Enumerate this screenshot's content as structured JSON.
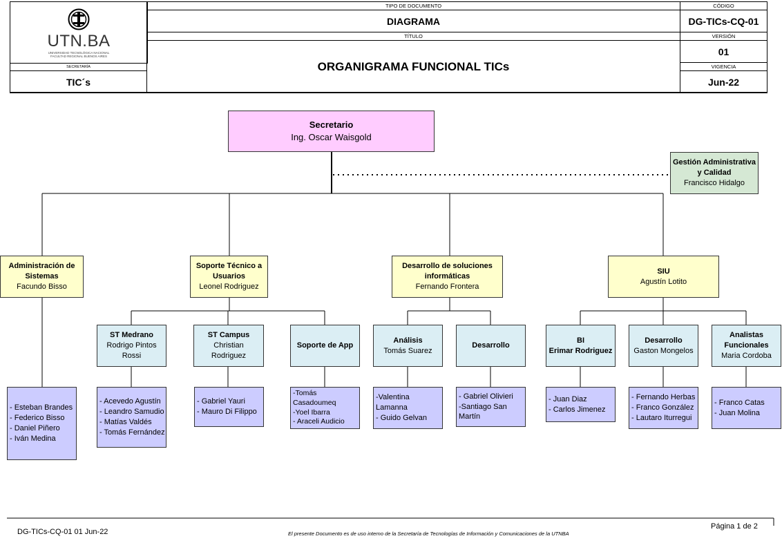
{
  "header": {
    "logo_text": "UTN.BA",
    "logo_sub1": "UNIVERSIDAD TECNOLÓGICA NACIONAL",
    "logo_sub2": "FACULTAD REGIONAL BUENOS AIRES",
    "tipo_label": "TIPO DE DOCUMENTO",
    "tipo_value": "DIAGRAMA",
    "codigo_label": "CÓDIGO",
    "codigo_value": "DG-TICs-CQ-01",
    "titulo_label": "TÍTULO",
    "titulo_value": "ORGANIGRAMA FUNCIONAL TICs",
    "version_label": "VERSIÓN",
    "version_value": "01",
    "secretaria_label": "SECRETARÍA",
    "secretaria_value": "TIC´s",
    "vigencia_label": "VIGENCIA",
    "vigencia_value": "Jun-22"
  },
  "org": {
    "secretario": {
      "title": "Secretario",
      "name": "Ing. Oscar Waisgold"
    },
    "gestion": {
      "title": "Gestión Administrativa y Calidad",
      "name": "Francisco Hidalgo"
    },
    "admin": {
      "title": "Administración de Sistemas",
      "name": "Facundo Bisso",
      "members": [
        "- Esteban Brandes",
        "- Federico Bisso",
        "- Daniel Piñero",
        "- Iván Medina"
      ]
    },
    "soporte": {
      "title": "Soporte Técnico a Usuarios",
      "name": "Leonel Rodriguez"
    },
    "desarrollo_sol": {
      "title": "Desarrollo de soluciones informáticas",
      "name": "Fernando Frontera"
    },
    "siu": {
      "title": "SIU",
      "name": "Agustín Lotito"
    },
    "st_medrano": {
      "title": "ST Medrano",
      "name": "Rodrigo Pintos Rossi",
      "members": [
        "- Acevedo Agustín",
        "- Leandro Samudio",
        "- Matías Valdés",
        "- Tomás Fernández"
      ]
    },
    "st_campus": {
      "title": "ST Campus",
      "name": "Christian Rodriguez",
      "members": [
        "- Gabriel Yauri",
        "- Mauro Di Filippo"
      ]
    },
    "soporte_app": {
      "title": "Soporte de App",
      "members": [
        "-Tomás",
        "Casadoumeq",
        "-Yoel Ibarra",
        "- Araceli Audicio"
      ]
    },
    "analisis": {
      "title": "Análisis",
      "name": "Tomás Suarez",
      "members": [
        "-Valentina",
        "Lamanna",
        "- Guido Gelvan"
      ]
    },
    "desarrollo": {
      "title": "Desarrollo",
      "members": [
        "- Gabriel Olivieri",
        "-Santiago San",
        "Martín"
      ]
    },
    "bi": {
      "title": "BI",
      "name": "Erimar Rodriguez",
      "members": [
        "- Juan Diaz",
        "- Carlos Jimenez"
      ]
    },
    "desarrollo_siu": {
      "title": "Desarrollo",
      "name": "Gaston Mongelos",
      "members": [
        "- Fernando Herbas",
        "- Franco González",
        "- Lautaro Iturregui"
      ]
    },
    "analistas": {
      "title": "Analistas Funcionales",
      "name": "Maria Cordoba",
      "members": [
        "- Franco Catas",
        "- Juan Molina"
      ]
    }
  },
  "footer": {
    "code": "DG-TICs-CQ-01 01 Jun-22",
    "notice": "El presente Documento es de uso interno de la Secretaría de Tecnologías de Información y Comunicaciones de la UTNBA",
    "page": "Página 1 de 2"
  },
  "colors": {
    "pink": "#ffccff",
    "yellow": "#ffffcc",
    "blue": "#dbeef4",
    "green": "#d5e8d4",
    "purple": "#ccccff"
  }
}
